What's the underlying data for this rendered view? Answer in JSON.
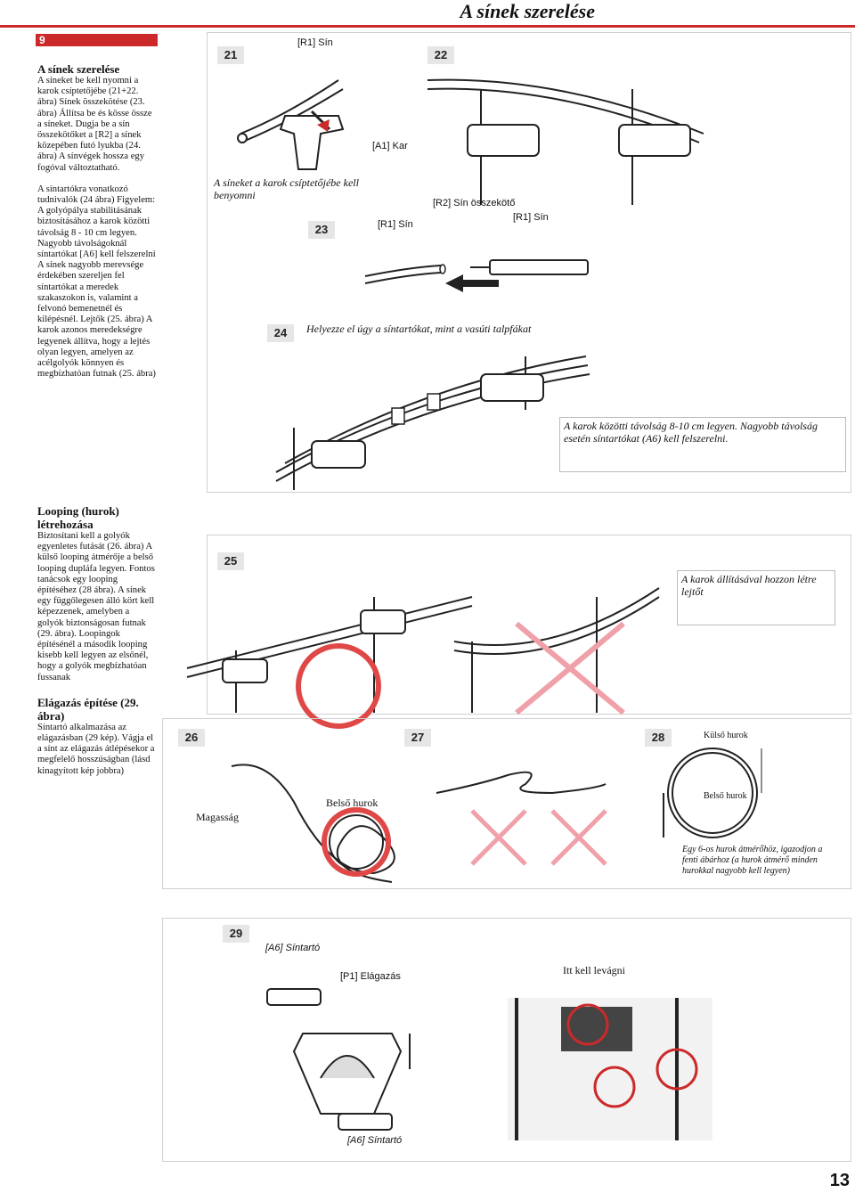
{
  "header": {
    "title": "A sínek szerelése",
    "rule_color": "#cc2a2a"
  },
  "section": {
    "number": "9"
  },
  "left_col": {
    "title1": "A sínek szerelése",
    "text1": "A síneket be kell nyomni a karok csíptetőjébe (21+22. ábra) Sínek összekötése (23. ábra) Állítsa be és kösse össze a síneket. Dugja be a sín összekötőket a [R2] a sínek közepében futó lyukba (24. ábra) A sínvégek hossza egy fogóval változtatható.",
    "text2": "A síntartókra vonatkozó tudnivalók (24 ábra) Figyelem: A golyópálya stabilitásának biztosításához a karok közötti távolság 8 - 10 cm legyen. Nagyobb távolságoknál síntartókat [A6] kell felszerelni A sínek nagyobb merevsége érdekében szereljen fel síntartókat a meredek szakaszokon is, valamint a felvonó bemenetnél és kilépésnél. Lejtők (25. ábra) A karok azonos meredekségre legyenek állítva, hogy a lejtés olyan legyen, amelyen az acélgolyók könnyen és megbízhatóan futnak (25. ábra)",
    "title2": "Looping (hurok) létrehozása",
    "text3": "Biztosítani kell a golyók egyenletes futását (26. ábra) A külső looping átmérője a belső looping dupláfa legyen. Fontos tanácsok egy looping építéséhez (28 ábra). A sínek egy függőlegesen álló kört kell képezzenek, amelyben a golyók biztonságosan futnak (29. ábra). Loopingok építésénél a második looping kisebb kell legyen az elsőnél, hogy a golyók megbízhatóan fussanak",
    "title3": "Elágazás építése (29. ábra)",
    "text4": "Síntartó alkalmazása az elágazásban (29 kép). Vágja el a sínt az elágazás átlépésekor a megfelelő hosszúságban (lásd kinagyított kép jobbra)"
  },
  "fig21": {
    "num": "21",
    "label_rail": "[R1] Sín",
    "caption": "A síneket a karok csíptetőjébe kell benyomni"
  },
  "fig22": {
    "num": "22",
    "label_arm": "[A1] Kar"
  },
  "fig23": {
    "num": "23",
    "label_connector": "[R2] Sín összekötő",
    "label_rail_left": "[R1] Sín",
    "label_rail_right": "[R1] Sín"
  },
  "fig24": {
    "num": "24",
    "caption": "Helyezze el úgy a síntartókat, mint a vasúti talpfákat",
    "note": "A karok közötti távolság 8-10 cm legyen. Nagyobb távolság esetén síntartókat (A6) kell felszerelni."
  },
  "fig25": {
    "num": "25",
    "note": "A karok állításával hozzon létre lejtőt"
  },
  "fig26": {
    "num": "26",
    "label": "Magasság"
  },
  "fig27": {
    "num": "27",
    "label": "Belső hurok"
  },
  "fig28": {
    "num": "28",
    "label_outer": "Külső hurok",
    "label_inner": "Belső hurok",
    "note": "Egy 6-os hurok átmérőhöz, igazodjon a fenti ábárhoz (a hurok átmérő minden hurokkal nagyobb kell legyen)"
  },
  "fig29": {
    "num": "29",
    "label_a6_top": "[A6] Síntartó",
    "label_p1": "[P1] Elágazás",
    "label_cut": "Itt kell levágni",
    "label_a6_bottom": "[A6] Síntartó"
  },
  "page": {
    "number": "13"
  },
  "colors": {
    "accent": "#cc2a2a",
    "ok": "#e04848",
    "bad": "#f0a0a8"
  }
}
